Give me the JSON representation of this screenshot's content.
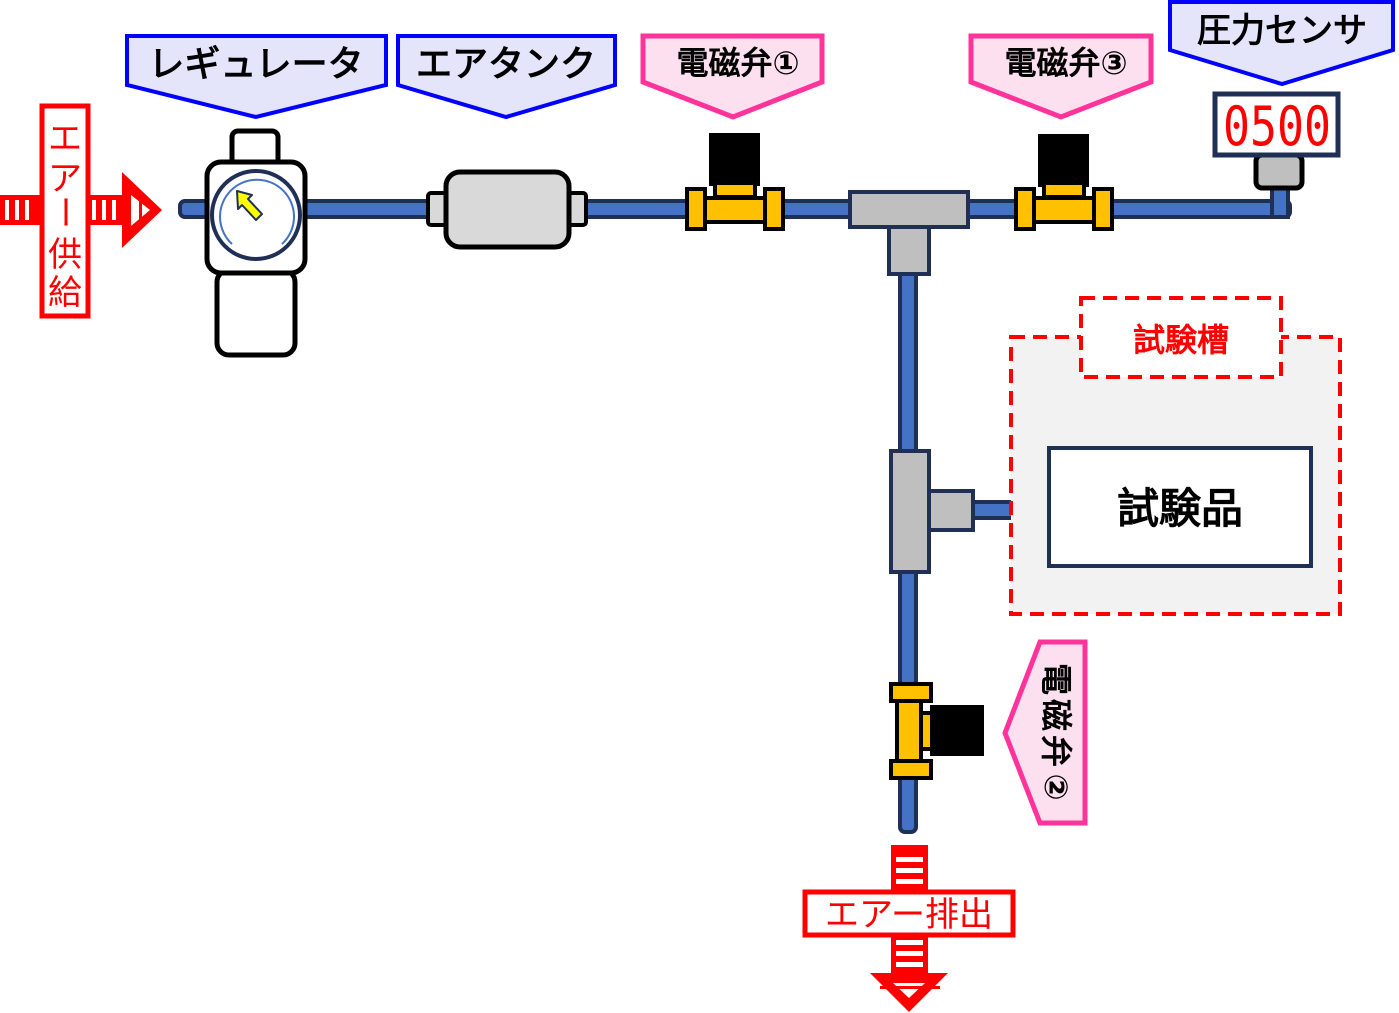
{
  "labels": {
    "regulator": "レギュレータ",
    "air_tank": "エアタンク",
    "valve1": "電磁弁①",
    "valve3": "電磁弁③",
    "pressure_sensor": "圧力センサ",
    "valve2_chars": [
      "電",
      "磁",
      "弁",
      "②"
    ],
    "test_chamber": "試験槽",
    "test_item": "試験品",
    "air_exhaust": "エアー排出",
    "air_supply_chars": [
      "エ",
      "ア",
      "ー",
      "供",
      "給"
    ]
  },
  "sensor_display": {
    "value": "0500",
    "color": "#ff0000"
  },
  "colors": {
    "pipe": "#4472c4",
    "pipe_outline": "#1f2f55",
    "valve_body": "#ffc000",
    "fitting": "#bfbfbf",
    "tank": "#d9d9d9",
    "blue_callout_fill": "#e4e4fb",
    "blue_callout_stroke": "#0000ff",
    "pink_callout_fill": "#fde0ef",
    "pink_callout_stroke": "#ff3399",
    "arrow_red": "#ff0000",
    "chamber_fill": "#f2f2f2",
    "needle": "#ffff00"
  }
}
